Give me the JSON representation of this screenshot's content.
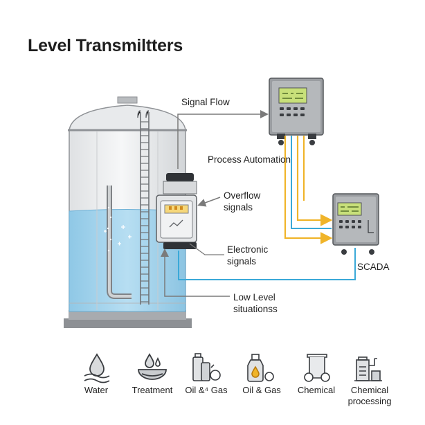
{
  "title": "Level Transmiltters",
  "labels": {
    "signal_flow": "Signal Flow",
    "process_automation": "Process Automation",
    "overflow": "Overflow\nsignals",
    "electronic": "Electronic\nsignals",
    "scada": "SCADA",
    "low_level": "Low Level\nsituationss"
  },
  "applications": [
    {
      "label": "Water",
      "icon": "water-drop-icon"
    },
    {
      "label": "Treatment",
      "icon": "treatment-icon"
    },
    {
      "label": "Oil &⁴ Gas",
      "icon": "oil-gas-cans-icon"
    },
    {
      "label": "Oil & Gas",
      "icon": "oil-jug-icon"
    },
    {
      "label": "Chemical",
      "icon": "chemical-beaker-icon"
    },
    {
      "label": "Chemical\nprocessing",
      "icon": "chemical-processing-icon"
    }
  ],
  "colors": {
    "liquid": "#9ed2ec",
    "signal_yellow": "#f0b429",
    "signal_blue": "#3aa9d8",
    "panel": "#9a9da1",
    "screen": "#c8e07a",
    "line_gray": "#7a7a7a"
  }
}
